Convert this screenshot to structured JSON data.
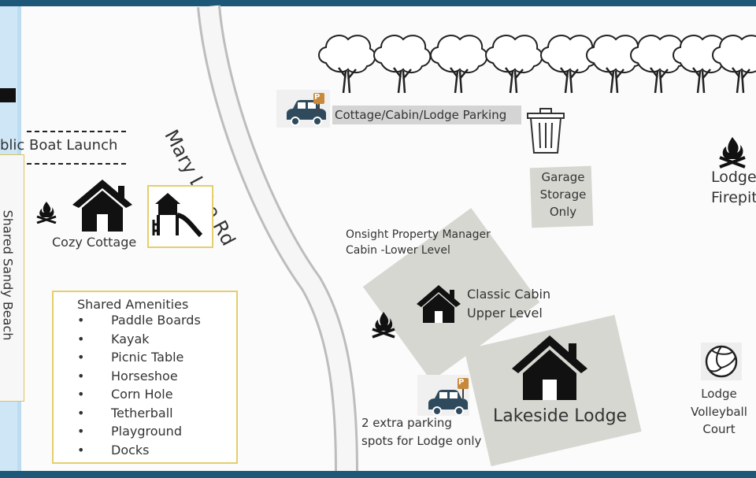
{
  "labels": {
    "boat_launch": "blic Boat Launch",
    "sandy_beach": "Shared Sandy Beach",
    "road": "Mary Lake Rd",
    "cozy_cottage": "Cozy Cottage",
    "parking_main": "Cottage/Cabin/Lodge Parking",
    "garage": [
      "Garage",
      "Storage",
      "Only"
    ],
    "lodge_firepit": [
      "Lodge",
      "Firepit"
    ],
    "property_manager": [
      "Onsight Property Manager",
      "Cabin -Lower Level"
    ],
    "classic_cabin": [
      "Classic Cabin",
      "Upper Level"
    ],
    "lakeside_lodge": "Lakeside Lodge",
    "extra_parking": [
      "2 extra parking",
      "spots for Lodge only"
    ],
    "volleyball": [
      "Lodge",
      "Volleyball",
      "Court"
    ]
  },
  "amenities": {
    "title": "Shared Amenities",
    "bullet": "•",
    "items": [
      "Paddle Boards",
      "Kayak",
      "Picnic Table",
      "Horseshoe",
      "Corn Hole",
      "Tetherball",
      "Playground",
      "Docks"
    ]
  },
  "icons": {
    "trees": "tree-icon",
    "car": "car-icon",
    "parking_sign": "parking-sign-icon",
    "parking_letter": "P",
    "trash": "trash-can-icon",
    "campfire": "campfire-icon",
    "house": "house-icon",
    "playground": "playground-icon",
    "volleyball": "volleyball-icon"
  },
  "colors": {
    "frame": "#1d5878",
    "water": "#cfe6f7",
    "building_area": "#d7d7d2",
    "highlight_border": "#e3cf6c",
    "car": "#2e4a5c",
    "parking_sign": "#c9893a"
  }
}
